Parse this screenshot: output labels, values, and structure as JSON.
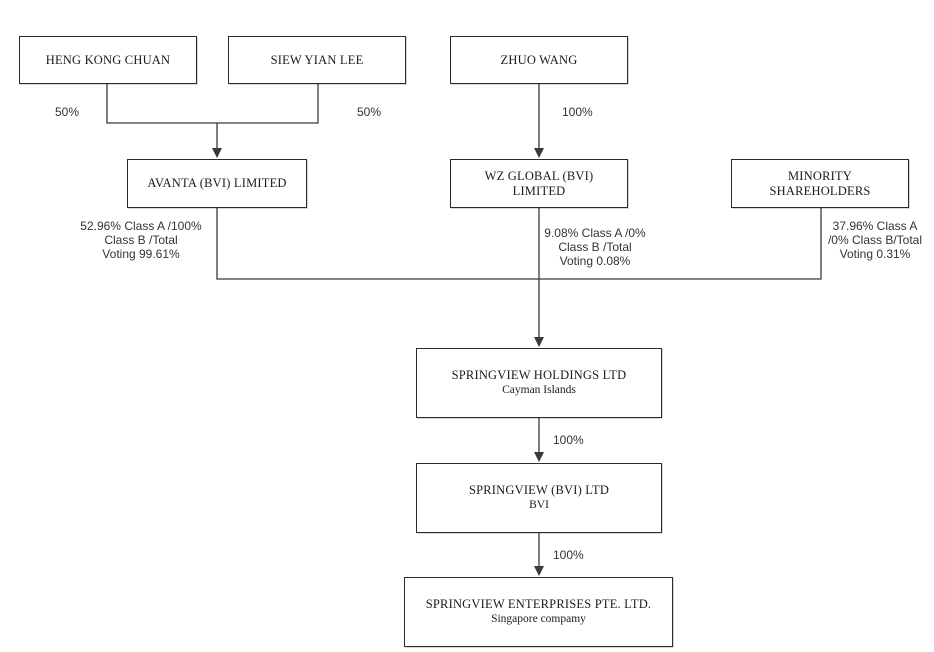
{
  "entities": {
    "heng": {
      "name": "HENG KONG CHUAN"
    },
    "siew": {
      "name": "SIEW YIAN LEE"
    },
    "zhuo": {
      "name": "ZHUO WANG"
    },
    "avanta": {
      "name": "AVANTA (BVI) LIMITED"
    },
    "wz": {
      "name_line1": "WZ GLOBAL (BVI)",
      "name_line2": "LIMITED"
    },
    "minority": {
      "name_line1": "MINORITY",
      "name_line2": "SHAREHOLDERS"
    },
    "holdings": {
      "name": "SPRINGVIEW HOLDINGS LTD",
      "sub": "Cayman Islands"
    },
    "bvi": {
      "name": "SPRINGVIEW (BVI) LTD",
      "sub": "BVI"
    },
    "enterprises": {
      "name": "SPRINGVIEW ENTERPRISES PTE. LTD.",
      "sub": "Singapore compamy"
    }
  },
  "edges": {
    "heng_to_avanta": "50%",
    "siew_to_avanta": "50%",
    "zhuo_to_wz": "100%",
    "avanta_to_holdings": [
      "52.96% Class A /100%",
      "Class B /Total",
      "Voting 99.61%"
    ],
    "wz_to_holdings": [
      "9.08% Class A /0%",
      "Class B /Total",
      "Voting 0.08%"
    ],
    "minority_to_holdings": [
      "37.96% Class A",
      "/0% Class B/Total",
      "Voting 0.31%"
    ],
    "holdings_to_bvi": "100%",
    "bvi_to_enterprises": "100%"
  },
  "colors": {
    "line": "#3a3a3a",
    "box_border": "#2b2b2b",
    "text": "#1a1a1a",
    "label_text": "#333333"
  }
}
